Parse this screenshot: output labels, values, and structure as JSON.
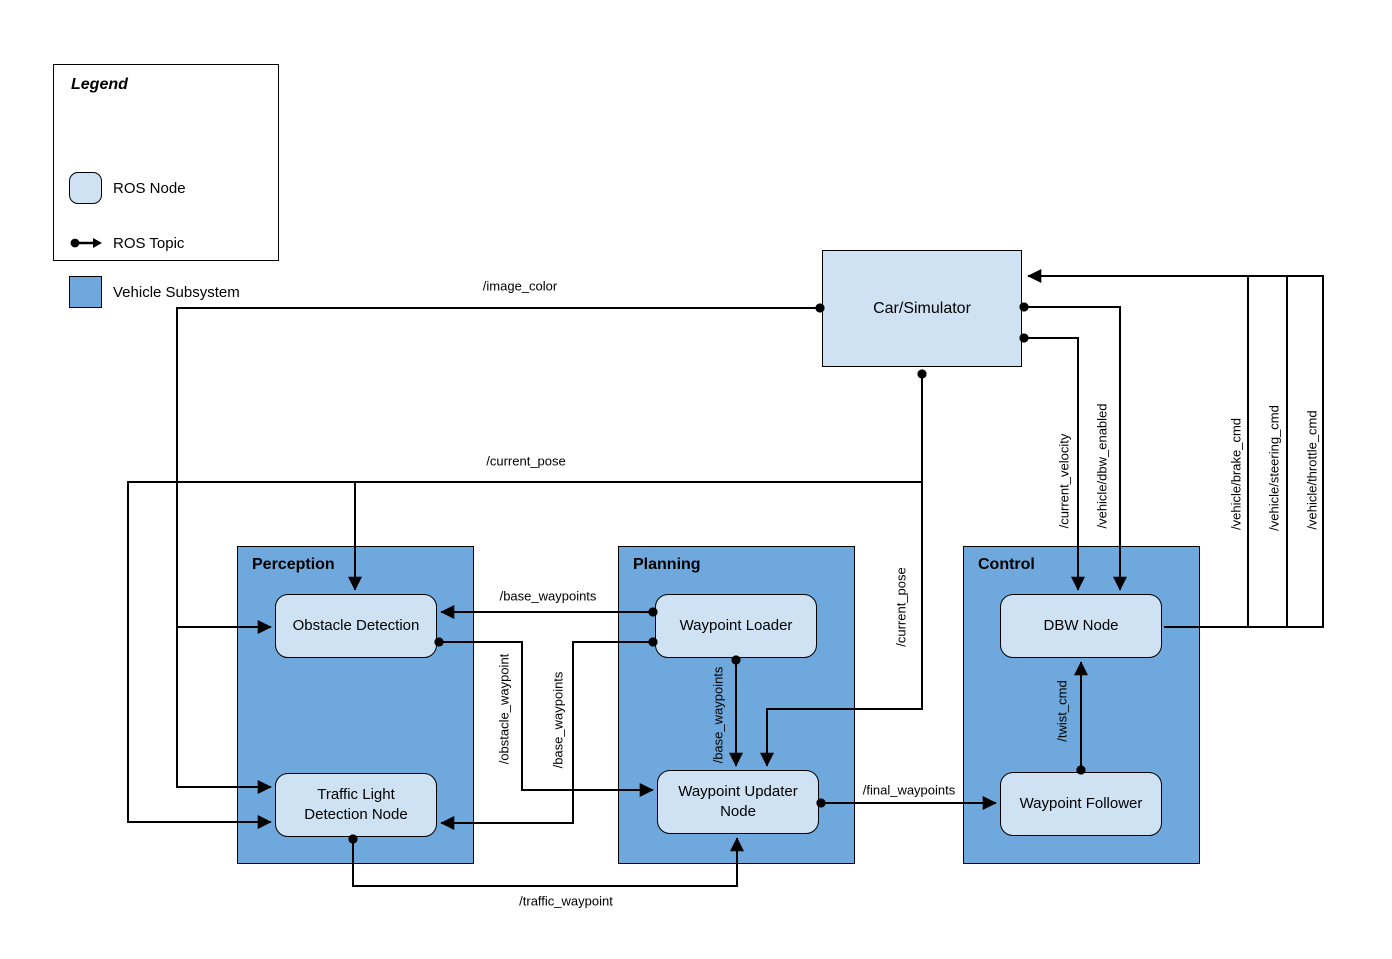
{
  "legend": {
    "title": "Legend",
    "items": [
      {
        "icon": "ros-node-swatch",
        "label": "ROS Node"
      },
      {
        "icon": "ros-topic-arrow",
        "label": "ROS Topic"
      },
      {
        "icon": "vehicle-subsystem-swatch",
        "label": "Vehicle Subsystem"
      }
    ]
  },
  "subsystems": {
    "perception": {
      "title": "Perception"
    },
    "planning": {
      "title": "Planning"
    },
    "control": {
      "title": "Control"
    }
  },
  "nodes": {
    "car_simulator": {
      "label": "Car/Simulator"
    },
    "obstacle_detection": {
      "label": "Obstacle Detection"
    },
    "traffic_light_detection": {
      "label": "Traffic Light Detection Node"
    },
    "waypoint_loader": {
      "label": "Waypoint Loader"
    },
    "waypoint_updater": {
      "label": "Waypoint Updater Node"
    },
    "dbw_node": {
      "label": "DBW Node"
    },
    "waypoint_follower": {
      "label": "Waypoint Follower"
    }
  },
  "topics": {
    "image_color": "/image_color",
    "current_pose_main": "/current_pose",
    "current_pose_side": "/current_pose",
    "base_waypoints_top": "/base_waypoints",
    "base_waypoints_left": "/base_waypoints",
    "base_waypoints_mid": "/base_waypoints",
    "obstacle_waypoint": "/obstacle_waypoint",
    "traffic_waypoint": "/traffic_waypoint",
    "final_waypoints": "/final_waypoints",
    "current_velocity": "/current_velocity",
    "dbw_enabled": "/vehicle/dbw_enabled",
    "twist_cmd": "/twist_cmd",
    "brake_cmd": "/vehicle/brake_cmd",
    "steering_cmd": "/vehicle/steering_cmd",
    "throttle_cmd": "/vehicle/throttle_cmd"
  },
  "colors": {
    "ros_node_fill": "#cfe2f3",
    "vehicle_subsystem_fill": "#6fa8dc",
    "edge_color": "#000000",
    "border_color": "#000000",
    "background": "#ffffff"
  }
}
